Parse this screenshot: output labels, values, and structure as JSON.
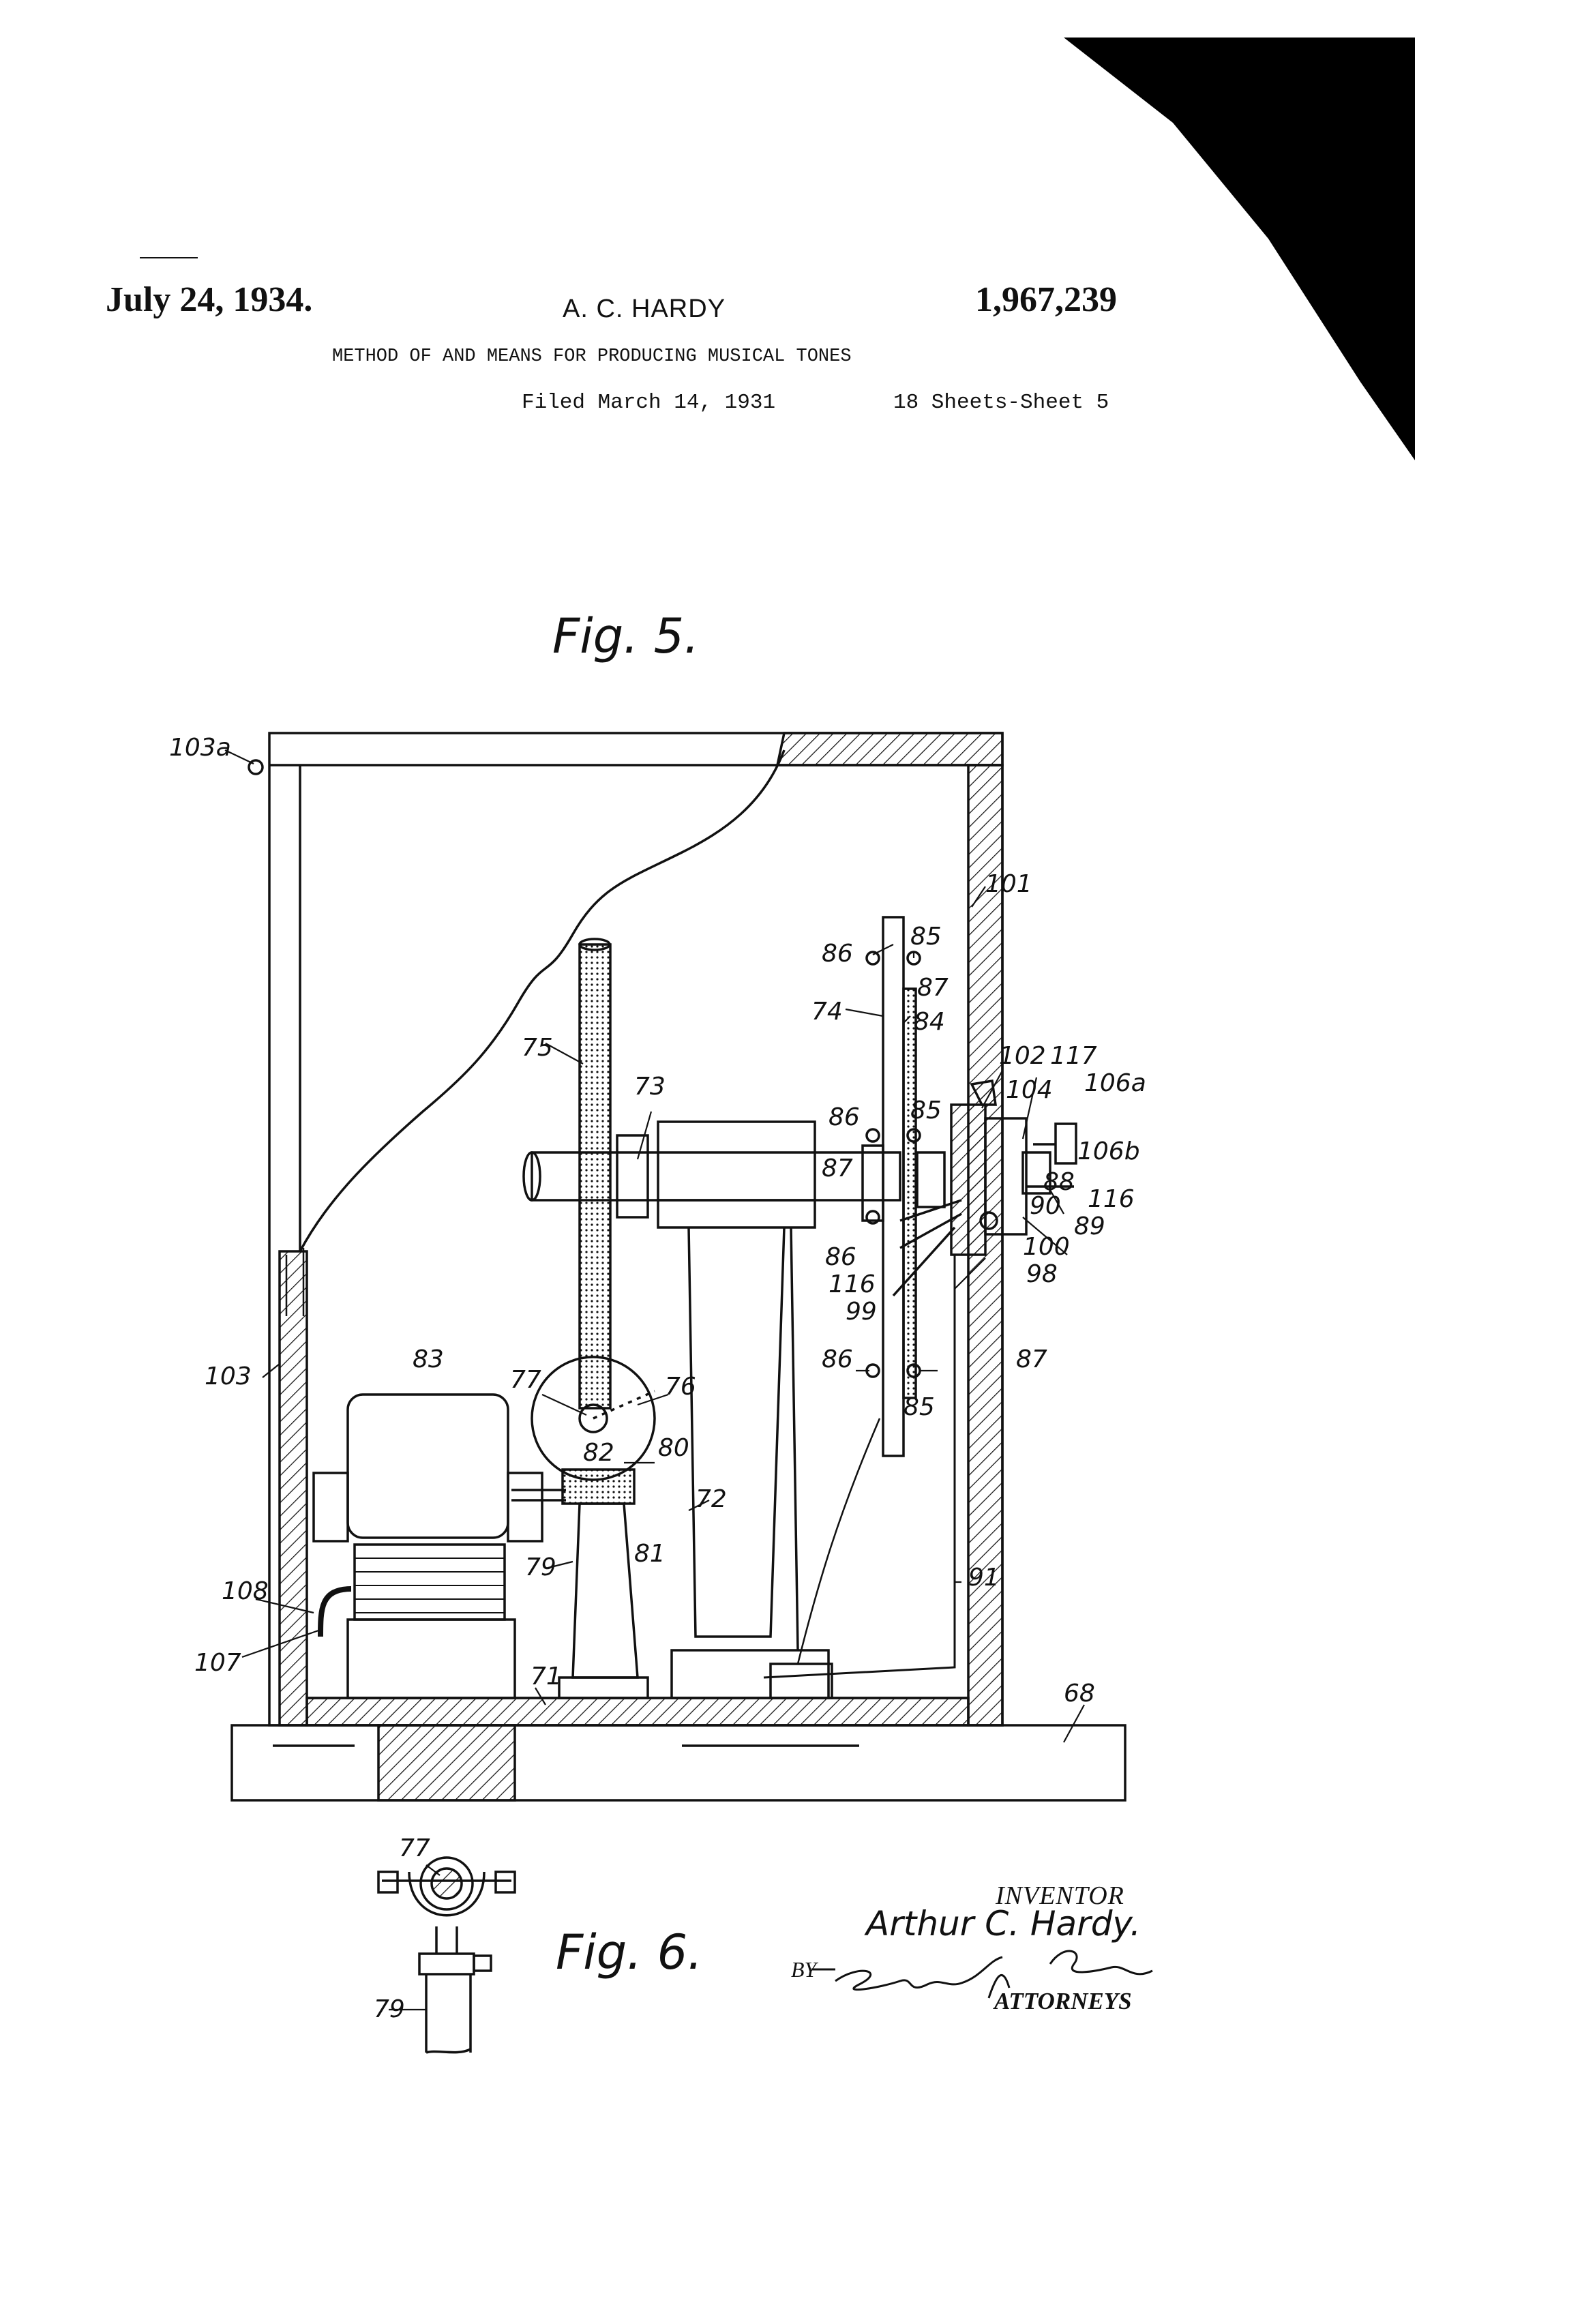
{
  "header": {
    "date": "July 24, 1934.",
    "inventor": "A. C. HARDY",
    "patent_number": "1,967,239",
    "title": "METHOD OF AND MEANS FOR PRODUCING MUSICAL TONES",
    "filed": "Filed March 14, 1931",
    "sheets": "18 Sheets-Sheet 5"
  },
  "figures": {
    "fig5": "Fig. 5.",
    "fig6": "Fig. 6."
  },
  "signature_block": {
    "inventor_caption": "INVENTOR",
    "inventor_signature": "Arthur C. Hardy.",
    "by": "BY",
    "attorneys_caption": "ATTORNEYS"
  },
  "reference_numerals": {
    "r103a": "103a",
    "r101": "101",
    "r86a": "86",
    "r85a": "85",
    "r87a": "87",
    "r74": "74",
    "r84": "84",
    "r102": "102",
    "r117": "117",
    "r104": "104",
    "r106a": "106a",
    "r75": "75",
    "r73": "73",
    "r86b": "86",
    "r85b": "85",
    "r106b": "106b",
    "r87b": "87",
    "r88": "88",
    "r116a": "116",
    "r90": "90",
    "r89": "89",
    "r86c": "86",
    "r100": "100",
    "r116b": "116",
    "r98": "98",
    "r99": "99",
    "r86d": "86",
    "r87c": "87",
    "r85c": "85",
    "r103": "103",
    "r83": "83",
    "r77a": "77",
    "r76": "76",
    "r82": "82",
    "r80": "80",
    "r72": "72",
    "r81": "81",
    "r79a": "79",
    "r91": "91",
    "r108": "108",
    "r107": "107",
    "r71": "71",
    "r68": "68",
    "r77b": "77",
    "r79b": "79"
  },
  "colors": {
    "ink": "#111111",
    "paper": "#ffffff",
    "corner_shadow": "#000000"
  }
}
